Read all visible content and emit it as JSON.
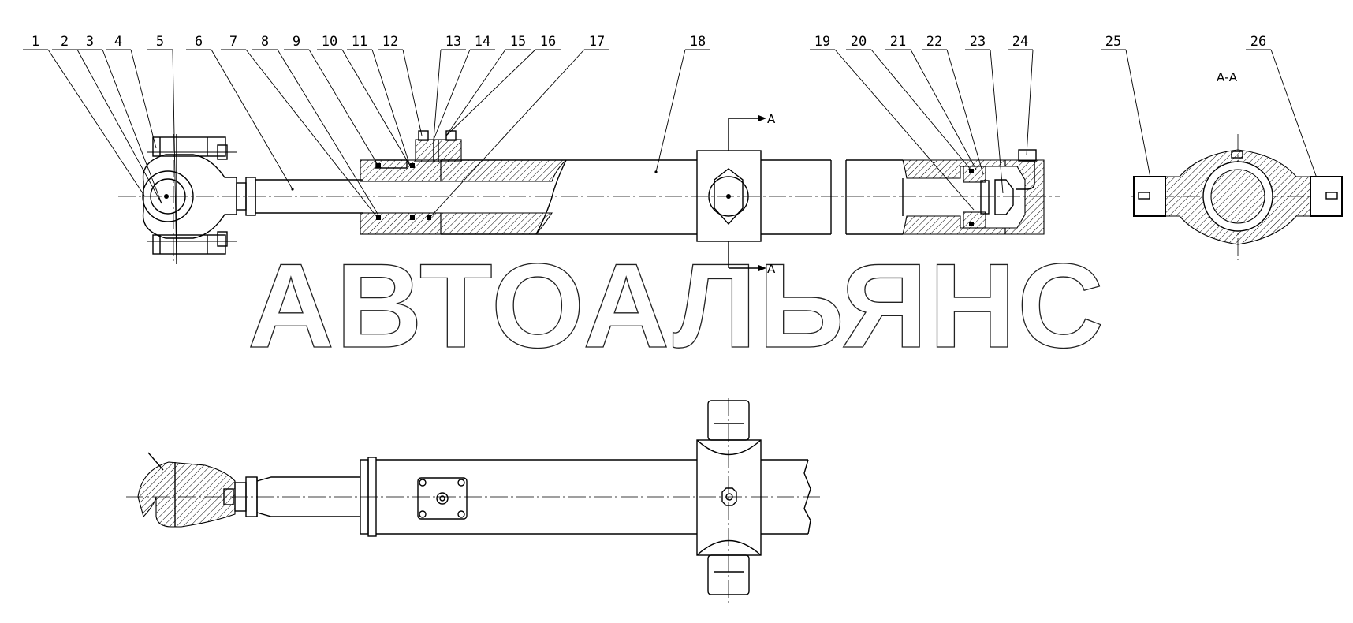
{
  "part_numbers": [
    "1",
    "2",
    "3",
    "4",
    "5",
    "6",
    "7",
    "8",
    "9",
    "10",
    "11",
    "12",
    "13",
    "14",
    "15",
    "16",
    "17",
    "18",
    "19",
    "20",
    "21",
    "22",
    "23",
    "24",
    "25",
    "26"
  ],
  "section_label": "А-А",
  "section_marker": "А",
  "watermark": "АВТОАЛЬЯНС"
}
